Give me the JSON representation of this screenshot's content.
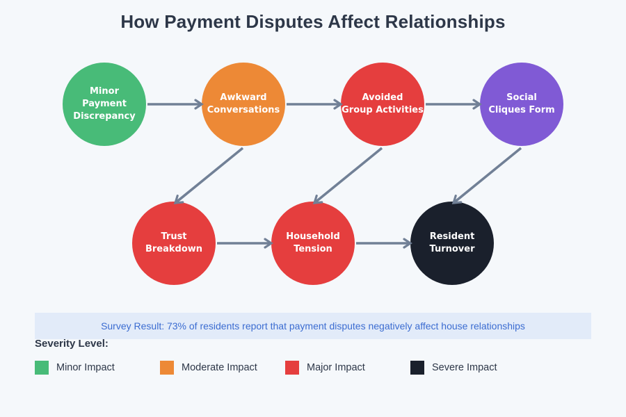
{
  "title": "How Payment Disputes Affect Relationships",
  "nodes": [
    {
      "id": "minor-payment-discrepancy",
      "label": "Minor Payment Discrepancy",
      "lines": [
        "Minor",
        "Payment",
        "Discrepancy"
      ],
      "color": "#48BB78",
      "severity": "minor"
    },
    {
      "id": "awkward-conversations",
      "label": "Awkward Conversations",
      "lines": [
        "Awkward",
        "Conversations"
      ],
      "color": "#ED8936",
      "severity": "moderate"
    },
    {
      "id": "avoided-group-activities",
      "label": "Avoided Group Activities",
      "lines": [
        "Avoided",
        "Group Activities"
      ],
      "color": "#E53E3E",
      "severity": "major"
    },
    {
      "id": "social-cliques-form",
      "label": "Social Cliques Form",
      "lines": [
        "Social",
        "Cliques Form"
      ],
      "color": "#805AD5",
      "severity": "major"
    },
    {
      "id": "trust-breakdown",
      "label": "Trust Breakdown",
      "lines": [
        "Trust",
        "Breakdown"
      ],
      "color": "#E53E3E",
      "severity": "major"
    },
    {
      "id": "household-tension",
      "label": "Household Tension",
      "lines": [
        "Household",
        "Tension"
      ],
      "color": "#E53E3E",
      "severity": "major"
    },
    {
      "id": "resident-turnover",
      "label": "Resident Turnover",
      "lines": [
        "Resident",
        "Turnover"
      ],
      "color": "#1A202C",
      "severity": "severe"
    }
  ],
  "flows": [
    {
      "from": "Minor Payment Discrepancy",
      "to": "Awkward Conversations"
    },
    {
      "from": "Awkward Conversations",
      "to": "Avoided Group Activities"
    },
    {
      "from": "Avoided Group Activities",
      "to": "Social Cliques Form"
    },
    {
      "from": "Awkward Conversations",
      "to": "Trust Breakdown"
    },
    {
      "from": "Avoided Group Activities",
      "to": "Household Tension"
    },
    {
      "from": "Social Cliques Form",
      "to": "Resident Turnover"
    },
    {
      "from": "Trust Breakdown",
      "to": "Household Tension"
    },
    {
      "from": "Household Tension",
      "to": "Resident Turnover"
    }
  ],
  "banner": {
    "text": "Survey Result: 73% of residents report that payment disputes negatively affect house relationships",
    "bg": "#e2ebf9",
    "text_color": "#3b6cd1"
  },
  "legend": {
    "heading": "Severity Level:",
    "items": [
      {
        "label": "Minor Impact",
        "color": "#48BB78"
      },
      {
        "label": "Moderate Impact",
        "color": "#ED8936"
      },
      {
        "label": "Major Impact",
        "color": "#E53E3E"
      },
      {
        "label": "Severe Impact",
        "color": "#1A202C"
      }
    ]
  },
  "colors": {
    "background": "#f5f8fb",
    "arrow": "#718096",
    "title_text": "#2d3748"
  }
}
